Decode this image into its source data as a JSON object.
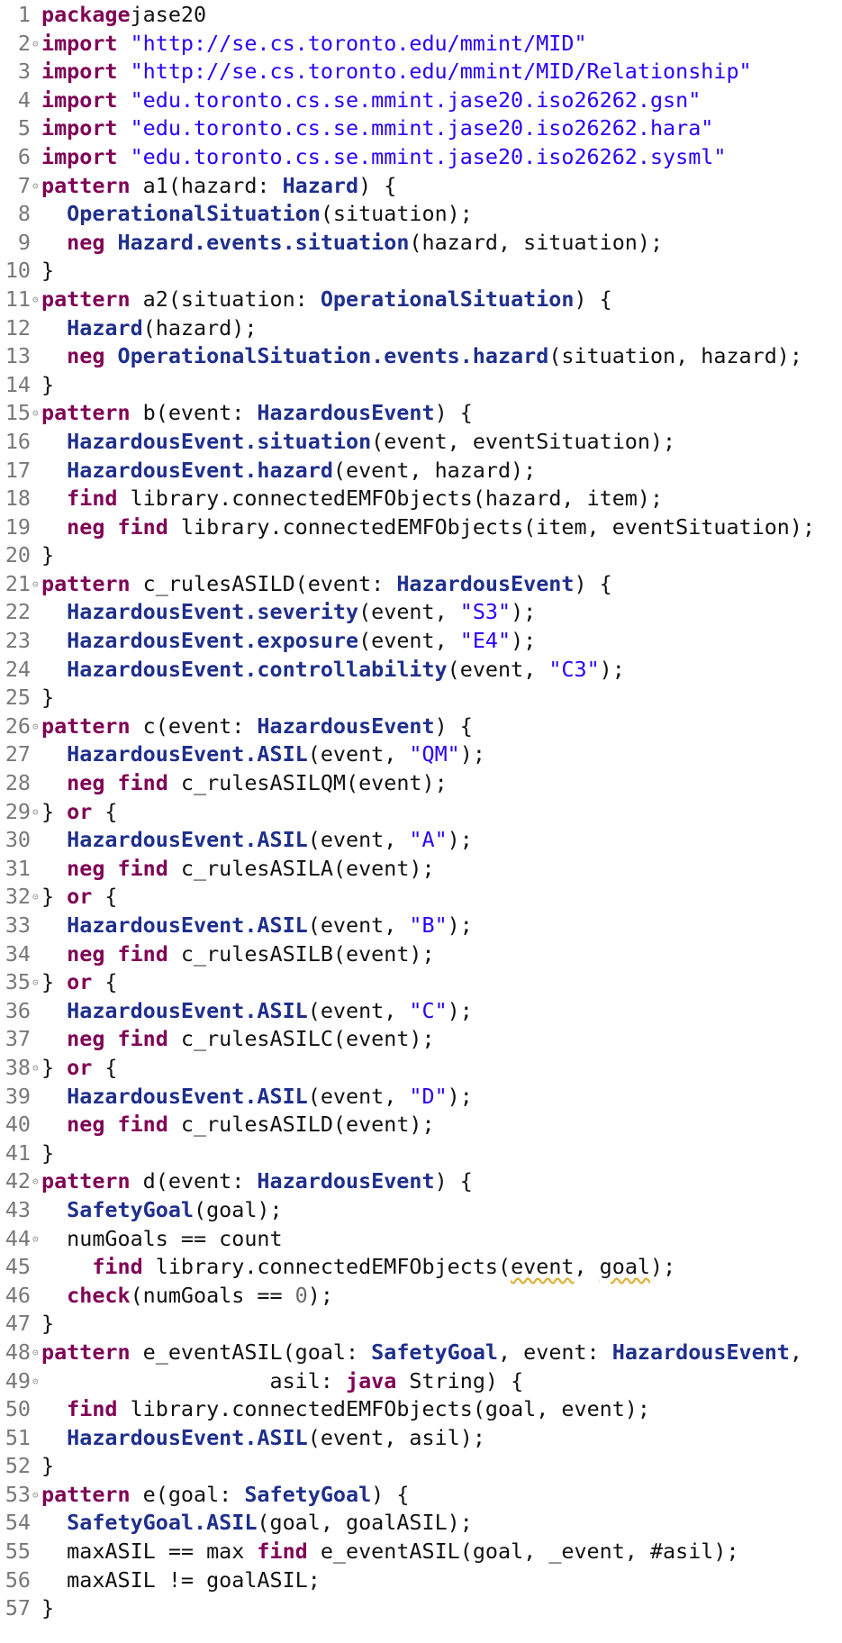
{
  "editor": {
    "lines": [
      {
        "no": "1",
        "fold": false,
        "t": [
          [
            "kw",
            "package"
          ],
          [
            "",
            "jase20"
          ]
        ]
      },
      {
        "no": "2",
        "fold": true,
        "t": [
          [
            "kw",
            "import"
          ],
          [
            "str",
            " \"http://se.cs.toronto.edu/mmint/MID\""
          ]
        ]
      },
      {
        "no": "3",
        "fold": false,
        "t": [
          [
            "kw",
            "import"
          ],
          [
            "str",
            " \"http://se.cs.toronto.edu/mmint/MID/Relationship\""
          ]
        ]
      },
      {
        "no": "4",
        "fold": false,
        "t": [
          [
            "kw",
            "import"
          ],
          [
            "str",
            " \"edu.toronto.cs.se.mmint.jase20.iso26262.gsn\""
          ]
        ]
      },
      {
        "no": "5",
        "fold": false,
        "t": [
          [
            "kw",
            "import"
          ],
          [
            "str",
            " \"edu.toronto.cs.se.mmint.jase20.iso26262.hara\""
          ]
        ]
      },
      {
        "no": "6",
        "fold": false,
        "t": [
          [
            "kw",
            "import"
          ],
          [
            "str",
            " \"edu.toronto.cs.se.mmint.jase20.iso26262.sysml\""
          ]
        ]
      },
      {
        "no": "7",
        "fold": true,
        "t": [
          [
            "kw",
            "pattern"
          ],
          [
            "",
            " a1(hazard: "
          ],
          [
            "ty",
            "Hazard"
          ],
          [
            "",
            ") {"
          ]
        ]
      },
      {
        "no": "8",
        "fold": false,
        "t": [
          [
            "",
            "  "
          ],
          [
            "ty",
            "OperationalSituation"
          ],
          [
            "",
            "(situation);"
          ]
        ]
      },
      {
        "no": "9",
        "fold": false,
        "t": [
          [
            "",
            "  "
          ],
          [
            "kw",
            "neg"
          ],
          [
            "",
            ""
          ],
          [
            "ty",
            " Hazard.events.situation"
          ],
          [
            "",
            "(hazard, situation);"
          ]
        ]
      },
      {
        "no": "10",
        "fold": false,
        "t": [
          [
            "",
            "}"
          ]
        ]
      },
      {
        "no": "11",
        "fold": true,
        "t": [
          [
            "kw",
            "pattern"
          ],
          [
            "",
            " a2(situation: "
          ],
          [
            "ty",
            "OperationalSituation"
          ],
          [
            "",
            ") {"
          ]
        ]
      },
      {
        "no": "12",
        "fold": false,
        "t": [
          [
            "",
            "  "
          ],
          [
            "ty",
            "Hazard"
          ],
          [
            "",
            "(hazard);"
          ]
        ]
      },
      {
        "no": "13",
        "fold": false,
        "t": [
          [
            "",
            "  "
          ],
          [
            "kw",
            "neg"
          ],
          [
            "ty",
            " OperationalSituation.events.hazard"
          ],
          [
            "",
            "(situation, hazard);"
          ]
        ]
      },
      {
        "no": "14",
        "fold": false,
        "t": [
          [
            "",
            "}"
          ]
        ]
      },
      {
        "no": "15",
        "fold": true,
        "t": [
          [
            "kw",
            "pattern"
          ],
          [
            "",
            " b(event: "
          ],
          [
            "ty",
            "HazardousEvent"
          ],
          [
            "",
            ") {"
          ]
        ]
      },
      {
        "no": "16",
        "fold": false,
        "t": [
          [
            "",
            "  "
          ],
          [
            "ty",
            "HazardousEvent.situation"
          ],
          [
            "",
            "(event, eventSituation);"
          ]
        ]
      },
      {
        "no": "17",
        "fold": false,
        "t": [
          [
            "",
            "  "
          ],
          [
            "ty",
            "HazardousEvent.hazard"
          ],
          [
            "",
            "(event, hazard);"
          ]
        ]
      },
      {
        "no": "18",
        "fold": false,
        "t": [
          [
            "",
            "  "
          ],
          [
            "kw",
            "find"
          ],
          [
            "",
            " library.connectedEMFObjects(hazard, item);"
          ]
        ]
      },
      {
        "no": "19",
        "fold": false,
        "t": [
          [
            "",
            "  "
          ],
          [
            "kw",
            "neg find"
          ],
          [
            "",
            " library.connectedEMFObjects(item, eventSituation);"
          ]
        ]
      },
      {
        "no": "20",
        "fold": false,
        "t": [
          [
            "",
            "}"
          ]
        ]
      },
      {
        "no": "21",
        "fold": true,
        "t": [
          [
            "kw",
            "pattern"
          ],
          [
            "",
            " c_rulesASILD(event: "
          ],
          [
            "ty",
            "HazardousEvent"
          ],
          [
            "",
            ") {"
          ]
        ]
      },
      {
        "no": "22",
        "fold": false,
        "t": [
          [
            "",
            "  "
          ],
          [
            "ty",
            "HazardousEvent.severity"
          ],
          [
            "",
            "(event, "
          ],
          [
            "str",
            "\"S3\""
          ],
          [
            "",
            ");"
          ]
        ]
      },
      {
        "no": "23",
        "fold": false,
        "t": [
          [
            "",
            "  "
          ],
          [
            "ty",
            "HazardousEvent.exposure"
          ],
          [
            "",
            "(event, "
          ],
          [
            "str",
            "\"E4\""
          ],
          [
            "",
            ");"
          ]
        ]
      },
      {
        "no": "24",
        "fold": false,
        "t": [
          [
            "",
            "  "
          ],
          [
            "ty",
            "HazardousEvent.controllability"
          ],
          [
            "",
            "(event, "
          ],
          [
            "str",
            "\"C3\""
          ],
          [
            "",
            ");"
          ]
        ]
      },
      {
        "no": "25",
        "fold": false,
        "t": [
          [
            "",
            "}"
          ]
        ]
      },
      {
        "no": "26",
        "fold": true,
        "t": [
          [
            "kw",
            "pattern"
          ],
          [
            "",
            " c(event: "
          ],
          [
            "ty",
            "HazardousEvent"
          ],
          [
            "",
            ") {"
          ]
        ]
      },
      {
        "no": "27",
        "fold": false,
        "t": [
          [
            "",
            "  "
          ],
          [
            "ty",
            "HazardousEvent.ASIL"
          ],
          [
            "",
            "(event, "
          ],
          [
            "str",
            "\"QM\""
          ],
          [
            "",
            ");"
          ]
        ]
      },
      {
        "no": "28",
        "fold": false,
        "t": [
          [
            "",
            "  "
          ],
          [
            "kw",
            "neg find"
          ],
          [
            "",
            " c_rulesASILQM(event);"
          ]
        ]
      },
      {
        "no": "29",
        "fold": true,
        "t": [
          [
            "",
            "} "
          ],
          [
            "kw",
            "or"
          ],
          [
            "",
            " {"
          ]
        ]
      },
      {
        "no": "30",
        "fold": false,
        "t": [
          [
            "",
            "  "
          ],
          [
            "ty",
            "HazardousEvent.ASIL"
          ],
          [
            "",
            "(event, "
          ],
          [
            "str",
            "\"A\""
          ],
          [
            "",
            ");"
          ]
        ]
      },
      {
        "no": "31",
        "fold": false,
        "t": [
          [
            "",
            "  "
          ],
          [
            "kw",
            "neg find"
          ],
          [
            "",
            " c_rulesASILA(event);"
          ]
        ]
      },
      {
        "no": "32",
        "fold": true,
        "t": [
          [
            "",
            "} "
          ],
          [
            "kw",
            "or"
          ],
          [
            "",
            " {"
          ]
        ]
      },
      {
        "no": "33",
        "fold": false,
        "t": [
          [
            "",
            "  "
          ],
          [
            "ty",
            "HazardousEvent.ASIL"
          ],
          [
            "",
            "(event, "
          ],
          [
            "str",
            "\"B\""
          ],
          [
            "",
            ");"
          ]
        ]
      },
      {
        "no": "34",
        "fold": false,
        "t": [
          [
            "",
            "  "
          ],
          [
            "kw",
            "neg find"
          ],
          [
            "",
            " c_rulesASILB(event);"
          ]
        ]
      },
      {
        "no": "35",
        "fold": true,
        "t": [
          [
            "",
            "} "
          ],
          [
            "kw",
            "or"
          ],
          [
            "",
            " {"
          ]
        ]
      },
      {
        "no": "36",
        "fold": false,
        "t": [
          [
            "",
            "  "
          ],
          [
            "ty",
            "HazardousEvent.ASIL"
          ],
          [
            "",
            "(event, "
          ],
          [
            "str",
            "\"C\""
          ],
          [
            "",
            ");"
          ]
        ]
      },
      {
        "no": "37",
        "fold": false,
        "t": [
          [
            "",
            "  "
          ],
          [
            "kw",
            "neg find"
          ],
          [
            "",
            " c_rulesASILC(event);"
          ]
        ]
      },
      {
        "no": "38",
        "fold": true,
        "t": [
          [
            "",
            "} "
          ],
          [
            "kw",
            "or"
          ],
          [
            "",
            " {"
          ]
        ]
      },
      {
        "no": "39",
        "fold": false,
        "t": [
          [
            "",
            "  "
          ],
          [
            "ty",
            "HazardousEvent.ASIL"
          ],
          [
            "",
            "(event, "
          ],
          [
            "str",
            "\"D\""
          ],
          [
            "",
            ");"
          ]
        ]
      },
      {
        "no": "40",
        "fold": false,
        "t": [
          [
            "",
            "  "
          ],
          [
            "kw",
            "neg find"
          ],
          [
            "",
            " c_rulesASILD(event);"
          ]
        ]
      },
      {
        "no": "41",
        "fold": false,
        "t": [
          [
            "",
            "}"
          ]
        ]
      },
      {
        "no": "42",
        "fold": true,
        "t": [
          [
            "kw",
            "pattern"
          ],
          [
            "",
            " d(event: "
          ],
          [
            "ty",
            "HazardousEvent"
          ],
          [
            "",
            ") {"
          ]
        ]
      },
      {
        "no": "43",
        "fold": false,
        "t": [
          [
            "",
            "  "
          ],
          [
            "ty",
            "SafetyGoal"
          ],
          [
            "",
            "(goal);"
          ]
        ]
      },
      {
        "no": "44",
        "fold": true,
        "t": [
          [
            "",
            "  numGoals == count"
          ]
        ]
      },
      {
        "no": "45",
        "fold": false,
        "t": [
          [
            "",
            "    "
          ],
          [
            "kw",
            "find"
          ],
          [
            "",
            " library.connectedEMFObjects("
          ],
          [
            "warn",
            "event"
          ],
          [
            "",
            ", "
          ],
          [
            "warn",
            "goal"
          ],
          [
            "",
            ");"
          ]
        ]
      },
      {
        "no": "46",
        "fold": false,
        "t": [
          [
            "",
            "  "
          ],
          [
            "kw",
            "check"
          ],
          [
            "",
            "(numGoals == "
          ],
          [
            "numlit",
            "0"
          ],
          [
            "",
            ");"
          ]
        ]
      },
      {
        "no": "47",
        "fold": false,
        "t": [
          [
            "",
            "}"
          ]
        ]
      },
      {
        "no": "48",
        "fold": true,
        "t": [
          [
            "kw",
            "pattern"
          ],
          [
            "",
            " e_eventASIL(goal: "
          ],
          [
            "ty",
            "SafetyGoal"
          ],
          [
            "",
            ", event: "
          ],
          [
            "ty",
            "HazardousEvent"
          ],
          [
            "",
            ","
          ]
        ]
      },
      {
        "no": "49",
        "fold": true,
        "t": [
          [
            "",
            "                  asil: "
          ],
          [
            "kw",
            "java"
          ],
          [
            "",
            " String) {"
          ]
        ]
      },
      {
        "no": "50",
        "fold": false,
        "t": [
          [
            "",
            "  "
          ],
          [
            "kw",
            "find"
          ],
          [
            "",
            " library.connectedEMFObjects(goal, event);"
          ]
        ]
      },
      {
        "no": "51",
        "fold": false,
        "t": [
          [
            "",
            "  "
          ],
          [
            "ty",
            "HazardousEvent.ASIL"
          ],
          [
            "",
            "(event, asil);"
          ]
        ]
      },
      {
        "no": "52",
        "fold": false,
        "t": [
          [
            "",
            "}"
          ]
        ]
      },
      {
        "no": "53",
        "fold": true,
        "t": [
          [
            "kw",
            "pattern"
          ],
          [
            "",
            " e(goal: "
          ],
          [
            "ty",
            "SafetyGoal"
          ],
          [
            "",
            ") {"
          ]
        ]
      },
      {
        "no": "54",
        "fold": false,
        "t": [
          [
            "",
            "  "
          ],
          [
            "ty",
            "SafetyGoal.ASIL"
          ],
          [
            "",
            "(goal, goalASIL);"
          ]
        ]
      },
      {
        "no": "55",
        "fold": false,
        "t": [
          [
            "",
            "  maxASIL == max "
          ],
          [
            "kw",
            "find"
          ],
          [
            "",
            " e_eventASIL(goal, _event, #asil);"
          ]
        ]
      },
      {
        "no": "56",
        "fold": false,
        "t": [
          [
            "",
            "  maxASIL != goalASIL;"
          ]
        ]
      },
      {
        "no": "57",
        "fold": false,
        "t": [
          [
            "",
            "}"
          ]
        ]
      }
    ]
  }
}
